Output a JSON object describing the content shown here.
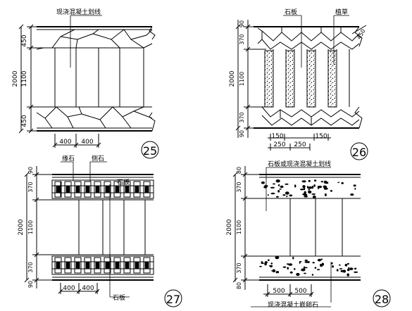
{
  "details": [
    {
      "number": "25",
      "labels": [
        "现浇混凝土划线"
      ],
      "dims_vertical": [
        "450",
        "1100",
        "450"
      ],
      "dim_total": "2000",
      "dims_horizontal": [
        "400",
        "400"
      ]
    },
    {
      "number": "26",
      "labels": [
        "石板",
        "植草"
      ],
      "dims_vertical": [
        "90",
        "370",
        "1100",
        "370",
        "90"
      ],
      "dim_total": "2000",
      "dims_horizontal": [
        "150",
        "150",
        "250",
        "250"
      ],
      "dim_slope": "450"
    },
    {
      "number": "27",
      "labels": [
        "缘石",
        "侧石",
        "石板",
        "石板"
      ],
      "dims_vertical": [
        "90",
        "370",
        "1100",
        "370",
        "90"
      ],
      "dim_total": "2000",
      "dims_horizontal": [
        "400",
        "400"
      ]
    },
    {
      "number": "28",
      "labels": [
        "石板或现浇混凝土划线",
        "现浇混凝土嵌卵石"
      ],
      "dims_vertical": [
        "80",
        "370",
        "1100",
        "370",
        "80"
      ],
      "dim_total": "2000",
      "dims_horizontal": [
        "500",
        "500"
      ]
    }
  ]
}
